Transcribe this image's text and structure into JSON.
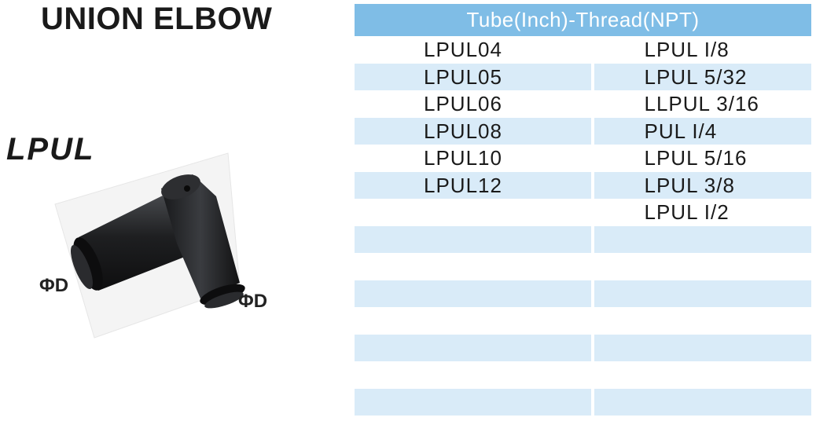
{
  "title": "UNION ELBOW",
  "model": "LPUL",
  "dimension_label": "ΦD",
  "table": {
    "header": "Tube(Inch)-Thread(NPT)",
    "rows": [
      [
        "LPUL04",
        "LPUL I/8"
      ],
      [
        "LPUL05",
        "LPUL 5/32"
      ],
      [
        "LPUL06",
        "LLPUL 3/16"
      ],
      [
        "LPUL08",
        "PUL I/4"
      ],
      [
        "LPUL10",
        "LPUL 5/16"
      ],
      [
        "LPUL12",
        "LPUL 3/8"
      ],
      [
        "",
        "LPUL I/2"
      ],
      [
        "",
        ""
      ],
      [
        "",
        ""
      ],
      [
        "",
        ""
      ],
      [
        "",
        ""
      ],
      [
        "",
        ""
      ],
      [
        "",
        ""
      ],
      [
        "",
        ""
      ],
      [
        "",
        ""
      ]
    ]
  },
  "colors": {
    "header_bg": "#7fbde6",
    "band_bg": "#d9ebf8",
    "fitting": "#1e1f21"
  }
}
